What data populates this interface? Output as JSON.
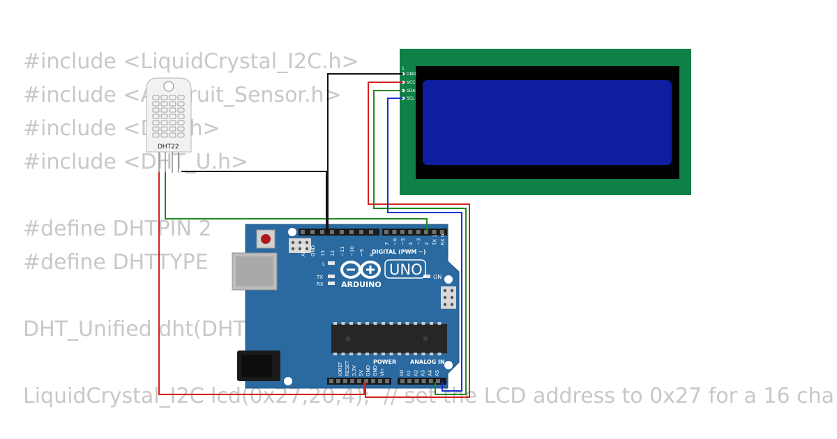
{
  "code": {
    "lines": [
      "#include <LiquidCrystal_I2C.h>",
      "#include <Adafruit_Sensor.h>",
      "#include <DHT.h>",
      "#include <DHT_U.h>",
      "#define DHTPIN 2",
      "#define DHTTYPE",
      "DHT_Unified dht(DHT",
      "LiquidCrystal_I2C lcd(0x27,20,4);  // set the LCD address to 0x27 for a 16 cha"
    ]
  },
  "sensor": {
    "label": "DHT22"
  },
  "lcd": {
    "pin_index": "1",
    "pins": [
      "GND",
      "VCC",
      "SDA",
      "SCL"
    ]
  },
  "arduino": {
    "brand": "ARDUINO",
    "model": "UNO",
    "on_label": "ON",
    "l_label": "L",
    "tx_label": "TX",
    "rx_label": "RX",
    "digital_label": "DIGITAL (PWM ~)",
    "power_label": "POWER",
    "analog_label": "ANALOG IN",
    "digital_pins_left": [
      "AREF",
      "GND",
      "13",
      "12",
      "~11",
      "~10",
      "~9",
      "8"
    ],
    "digital_pins_right": [
      "7",
      "~6",
      "~5",
      "4",
      "~3",
      "2",
      "TX 1",
      "RX 0"
    ],
    "power_pins": [
      "IOREF",
      "RESET",
      "3.3V",
      "5V",
      "GND",
      "GND",
      "Vin"
    ],
    "analog_pins": [
      "A0",
      "A1",
      "A2",
      "A3",
      "A4",
      "A5"
    ]
  },
  "colors": {
    "board": "#2a6aa0",
    "lcd_pcb": "#0e8048",
    "lcd_screen": "#0d1ea0",
    "wire_black": "#111111",
    "wire_red": "#d42020",
    "wire_green": "#1f8a1f",
    "wire_blue": "#1a2fd0",
    "code_text": "#c8c8c8"
  }
}
